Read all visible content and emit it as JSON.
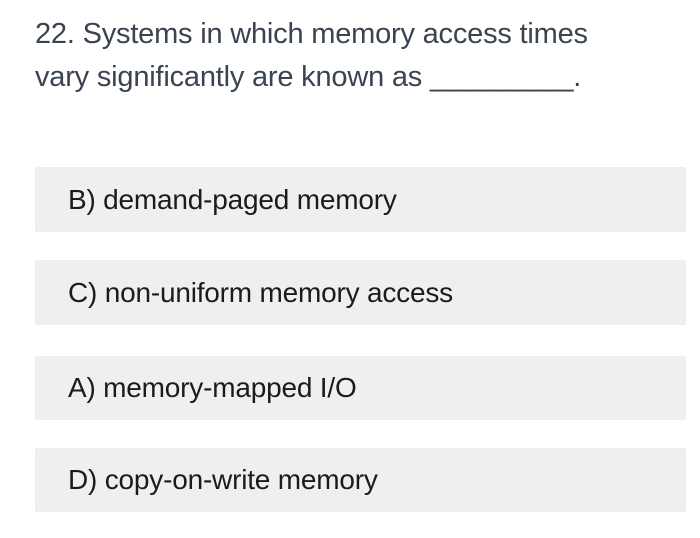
{
  "question": {
    "number": "22",
    "full_text": "22. Systems in which memory access times vary significantly are known as _________.",
    "lines": [
      "22. Systems in which memory access times",
      "vary significantly are known as _________."
    ]
  },
  "options": [
    {
      "key": "B",
      "label": "B) demand-paged memory"
    },
    {
      "key": "C",
      "label": "C) non-uniform memory access"
    },
    {
      "key": "A",
      "label": "A) memory-mapped I/O"
    },
    {
      "key": "D",
      "label": "D) copy-on-write memory"
    }
  ],
  "colors": {
    "page_bg": "#ffffff",
    "question_text": "#3a4450",
    "option_bg": "#efefef",
    "option_text": "#1b1b1d"
  }
}
